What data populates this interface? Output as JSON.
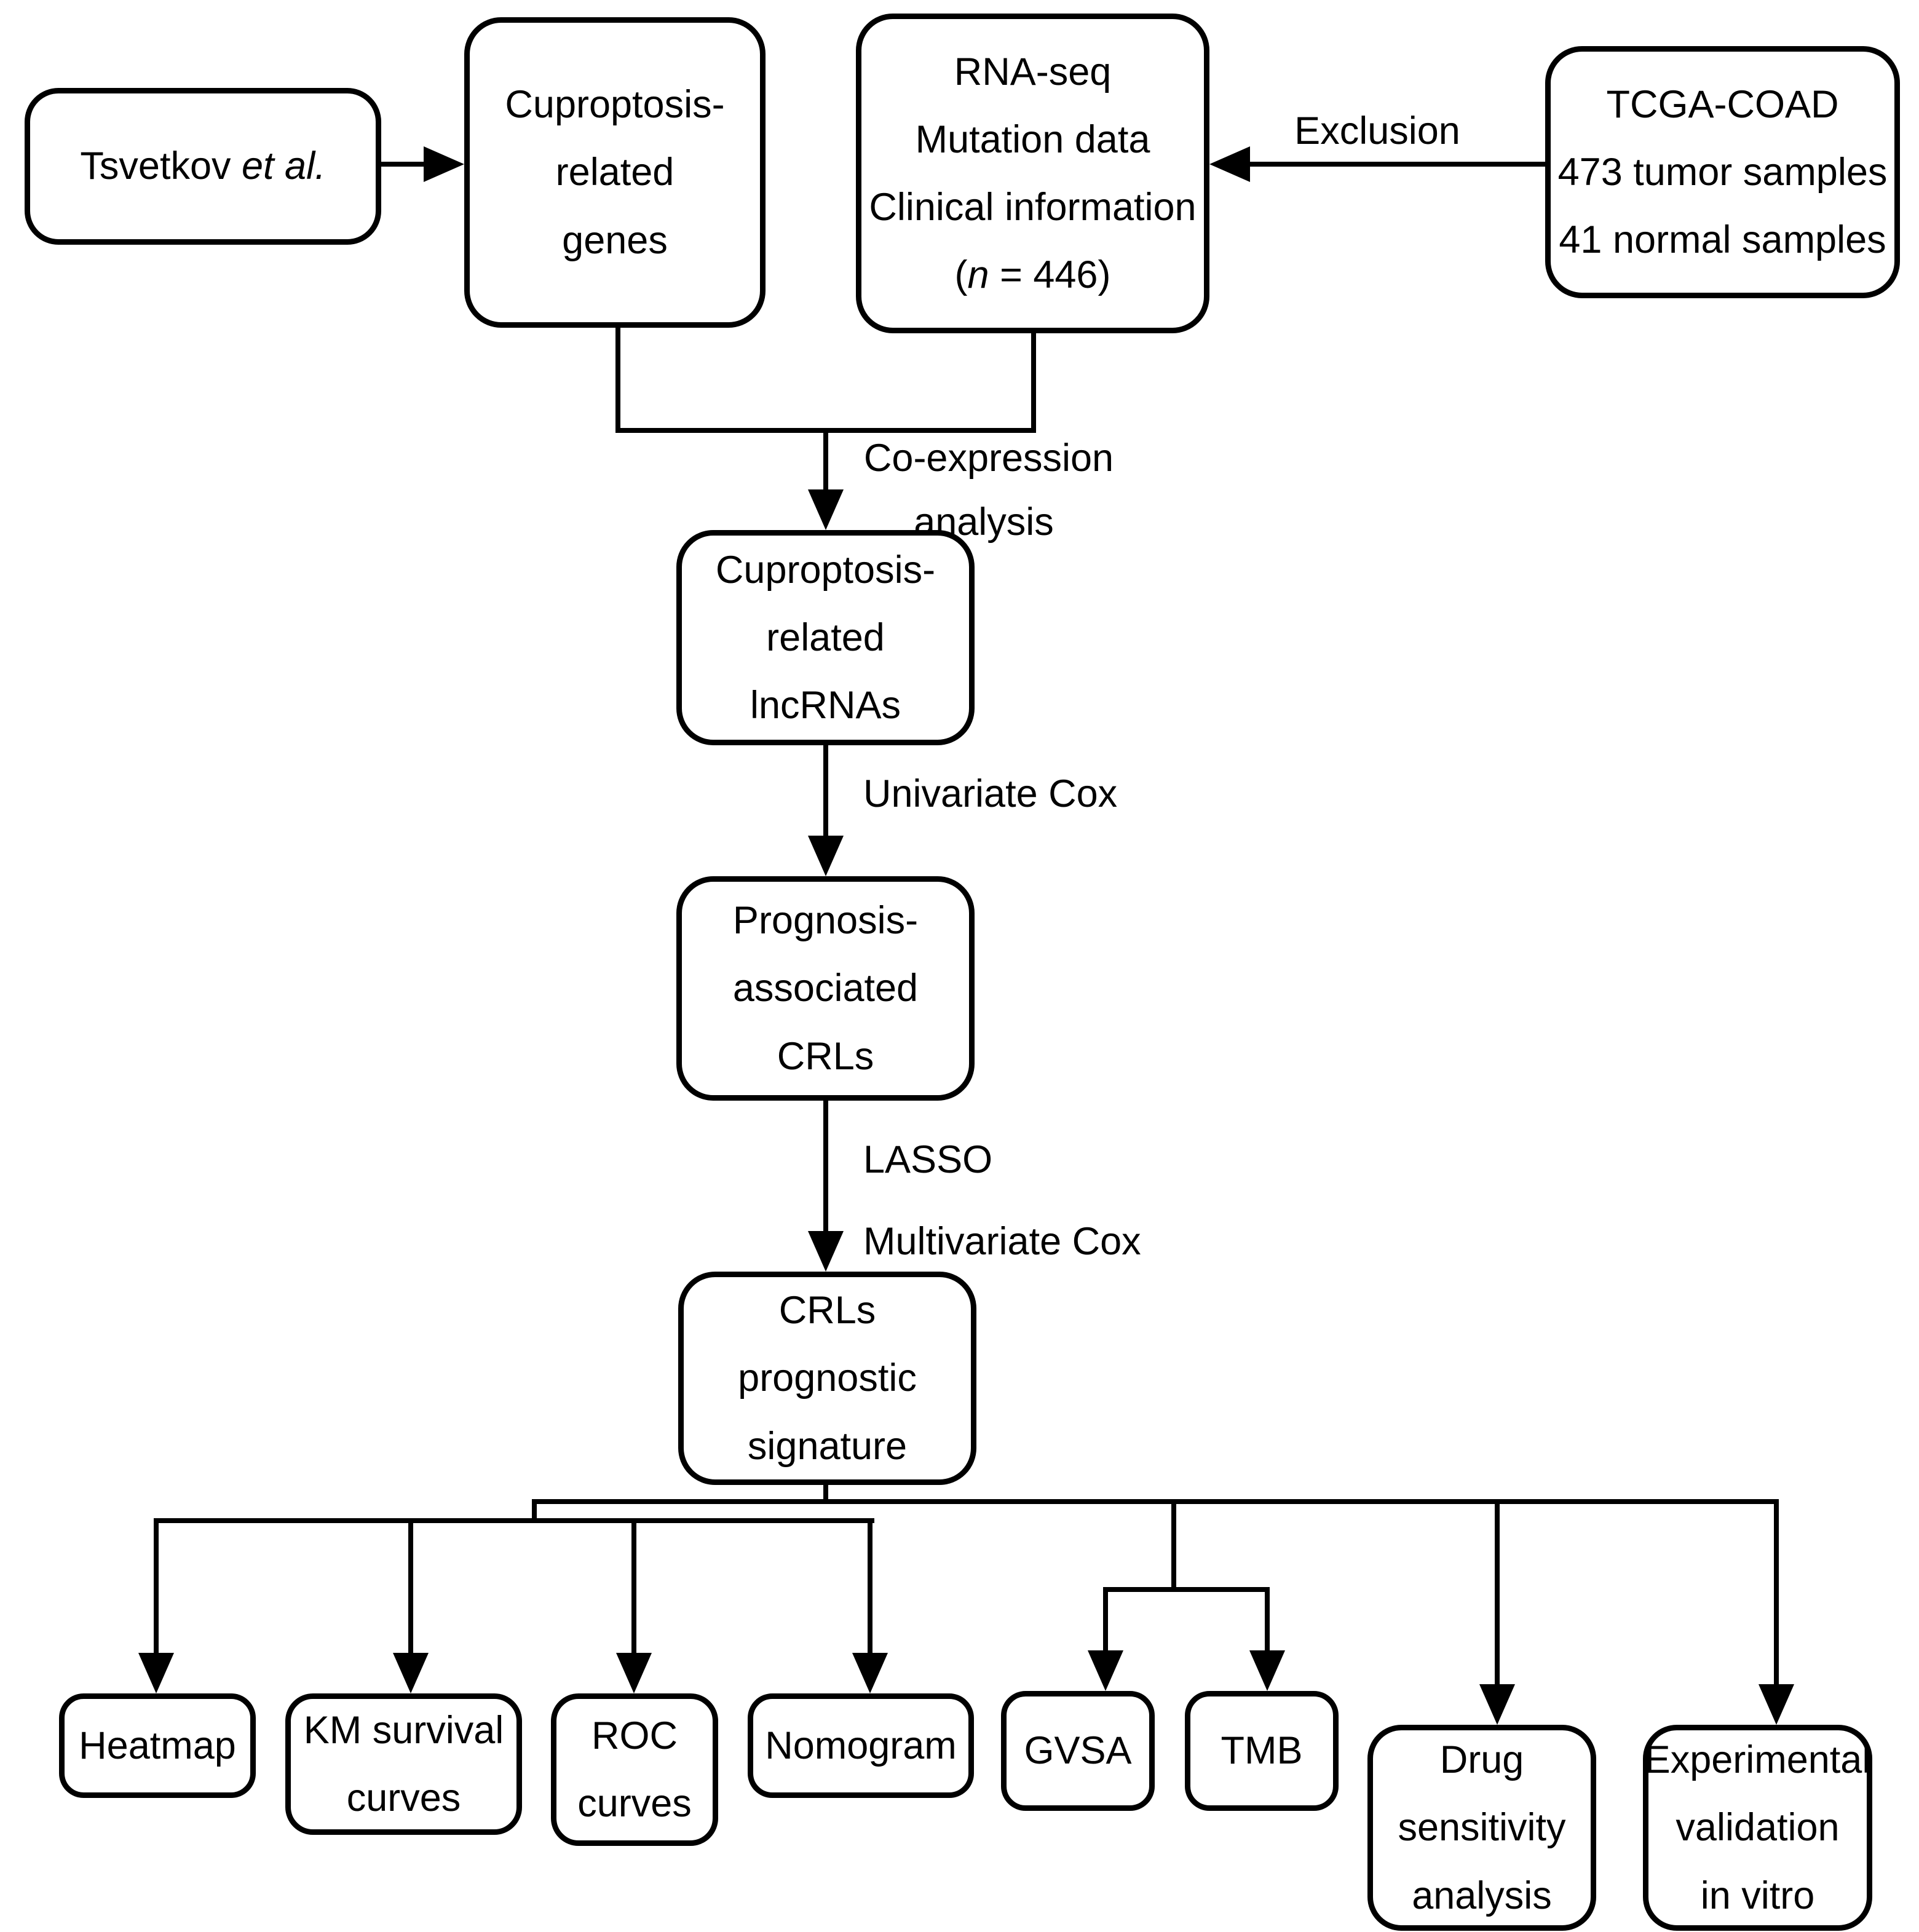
{
  "diagram": {
    "background": "#ffffff",
    "line_color": "#000000",
    "box_fill": "#ffffff",
    "nodes": [
      {
        "id": "tsvetkov",
        "lines": [
          [
            {
              "t": "Tsvetkov "
            },
            {
              "i": "et al."
            }
          ]
        ]
      },
      {
        "id": "genes",
        "lines": [
          [
            {
              "t": "Cuproptosis-"
            }
          ],
          [
            {
              "t": "related"
            }
          ],
          [
            {
              "t": "genes"
            }
          ]
        ]
      },
      {
        "id": "rnaseq",
        "lines": [
          [
            {
              "t": "RNA-seq"
            }
          ],
          [
            {
              "t": "Mutation data"
            }
          ],
          [
            {
              "t": "Clinical information"
            }
          ],
          [
            {
              "t": "("
            },
            {
              "i": "n"
            },
            {
              "t": " = 446)"
            }
          ]
        ]
      },
      {
        "id": "tcga",
        "lines": [
          [
            {
              "t": "TCGA-COAD"
            }
          ],
          [
            {
              "t": "473 tumor samples"
            }
          ],
          [
            {
              "t": "41 normal samples"
            }
          ]
        ]
      },
      {
        "id": "lncrnas",
        "lines": [
          [
            {
              "t": "Cuproptosis-"
            }
          ],
          [
            {
              "t": "related"
            }
          ],
          [
            {
              "t": "lncRNAs"
            }
          ]
        ]
      },
      {
        "id": "prognosis",
        "lines": [
          [
            {
              "t": "Prognosis-"
            }
          ],
          [
            {
              "t": "associated"
            }
          ],
          [
            {
              "t": "CRLs"
            }
          ]
        ]
      },
      {
        "id": "signature",
        "lines": [
          [
            {
              "t": "CRLs"
            }
          ],
          [
            {
              "t": "prognostic"
            }
          ],
          [
            {
              "t": "signature"
            }
          ]
        ]
      },
      {
        "id": "heatmap",
        "lines": [
          [
            {
              "t": "Heatmap"
            }
          ]
        ]
      },
      {
        "id": "km",
        "lines": [
          [
            {
              "t": "KM survival"
            }
          ],
          [
            {
              "t": "curves"
            }
          ]
        ]
      },
      {
        "id": "roc",
        "lines": [
          [
            {
              "t": "ROC"
            }
          ],
          [
            {
              "t": "curves"
            }
          ]
        ]
      },
      {
        "id": "nomogram",
        "lines": [
          [
            {
              "t": "Nomogram"
            }
          ]
        ]
      },
      {
        "id": "gvsa",
        "lines": [
          [
            {
              "t": "GVSA"
            }
          ]
        ]
      },
      {
        "id": "tmb",
        "lines": [
          [
            {
              "t": "TMB"
            }
          ]
        ]
      },
      {
        "id": "drug",
        "lines": [
          [
            {
              "t": "Drug"
            }
          ],
          [
            {
              "t": "sensitivity"
            }
          ],
          [
            {
              "t": "analysis"
            }
          ]
        ]
      },
      {
        "id": "experimental",
        "lines": [
          [
            {
              "t": "Experimental"
            }
          ],
          [
            {
              "t": "validation"
            }
          ],
          [
            {
              "t": "in vitro"
            }
          ]
        ]
      }
    ],
    "edge_labels": {
      "exclusion": "Exclusion",
      "coexpression": [
        "Co-expression",
        "analysis"
      ],
      "univariate": "Univariate Cox",
      "lasso": [
        "LASSO",
        "Multivariate Cox"
      ]
    }
  }
}
